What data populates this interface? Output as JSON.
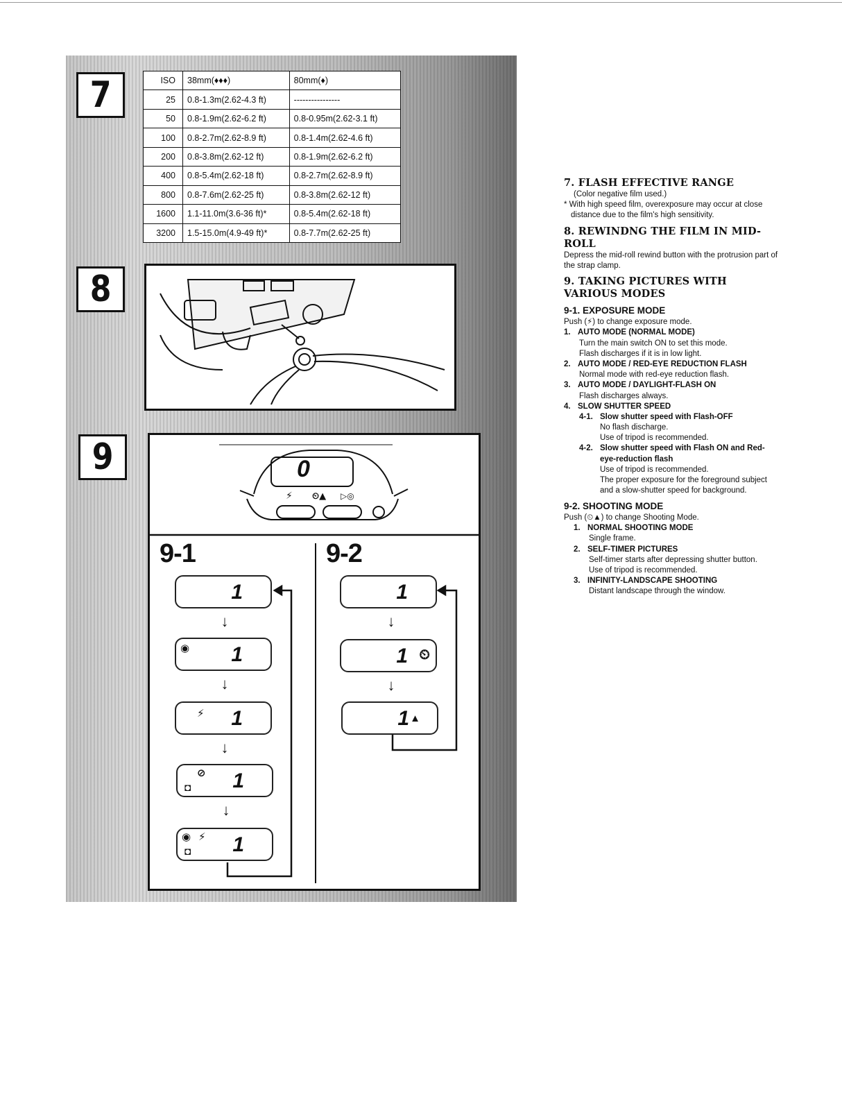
{
  "section_numbers": {
    "s7": "7",
    "s8": "8",
    "s9": "9"
  },
  "table": {
    "headers": [
      "ISO",
      "38mm(♦♦♦)",
      "80mm(♦)"
    ],
    "rows": [
      [
        "25",
        "0.8-1.3m(2.62-4.3 ft)",
        "----------------"
      ],
      [
        "50",
        "0.8-1.9m(2.62-6.2 ft)",
        "0.8-0.95m(2.62-3.1 ft)"
      ],
      [
        "100",
        "0.8-2.7m(2.62-8.9 ft)",
        "0.8-1.4m(2.62-4.6 ft)"
      ],
      [
        "200",
        "0.8-3.8m(2.62-12 ft)",
        "0.8-1.9m(2.62-6.2 ft)"
      ],
      [
        "400",
        "0.8-5.4m(2.62-18 ft)",
        "0.8-2.7m(2.62-8.9 ft)"
      ],
      [
        "800",
        "0.8-7.6m(2.62-25 ft)",
        "0.8-3.8m(2.62-12 ft)"
      ],
      [
        "1600",
        "1.1-11.0m(3.6-36 ft)*",
        "0.8-5.4m(2.62-18 ft)"
      ],
      [
        "3200",
        "1.5-15.0m(4.9-49 ft)*",
        "0.8-7.7m(2.62-25 ft)"
      ]
    ]
  },
  "panel9": {
    "top_lcd_digit": "0",
    "label_91": "9-1",
    "label_92": "9-2",
    "lcd_digit": "1"
  },
  "text": {
    "s7_title": "7. FLASH EFFECTIVE RANGE",
    "s7_sub": "(Color negative film used.)",
    "s7_note": "* With high speed film, overexposure may occur at close distance due to the film's high sensitivity.",
    "s8_title": "8. REWINDNG THE FILM IN MID-ROLL",
    "s8_body": "Depress the mid-roll rewind button with the protrusion part of the strap clamp.",
    "s9_title": "9. TAKING PICTURES WITH VARIOUS MODES",
    "s91_title": "9-1. EXPOSURE MODE",
    "s91_push": "Push (⚡) to change exposure mode.",
    "m1_n": "1.",
    "m1_t": "AUTO MODE (NORMAL MODE)",
    "m1_b1": "Turn the main switch ON to set this mode.",
    "m1_b2": "Flash discharges if it is in low light.",
    "m2_n": "2.",
    "m2_t": "AUTO MODE / RED-EYE REDUCTION FLASH",
    "m2_b": "Normal mode with red-eye reduction flash.",
    "m3_n": "3.",
    "m3_t": "AUTO MODE / DAYLIGHT-FLASH ON",
    "m3_b": "Flash discharges always.",
    "m4_n": "4.",
    "m4_t": "SLOW SHUTTER SPEED",
    "m41_n": "4-1.",
    "m41_t": "Slow shutter speed with Flash-OFF",
    "m41_b1": "No flash discharge.",
    "m41_b2": "Use of tripod is recommended.",
    "m42_n": "4-2.",
    "m42_t": "Slow shutter speed with Flash ON and Red-eye-reduction flash",
    "m42_b1": "Use of tripod is recommended.",
    "m42_b2": "The proper exposure for the foreground subject and a slow-shutter speed for background.",
    "s92_title": "9-2. SHOOTING MODE",
    "s92_push": "Push (⏲▲) to change Shooting Mode.",
    "n1_n": "1.",
    "n1_t": "NORMAL SHOOTING MODE",
    "n1_b": "Single frame.",
    "n2_n": "2.",
    "n2_t": "SELF-TIMER PICTURES",
    "n2_b1": "Self-timer starts after depressing shutter button.",
    "n2_b2": "Use of tripod is recommended.",
    "n3_n": "3.",
    "n3_t": "INFINITY-LANDSCAPE SHOOTING",
    "n3_b": "Distant landscape through the window."
  }
}
